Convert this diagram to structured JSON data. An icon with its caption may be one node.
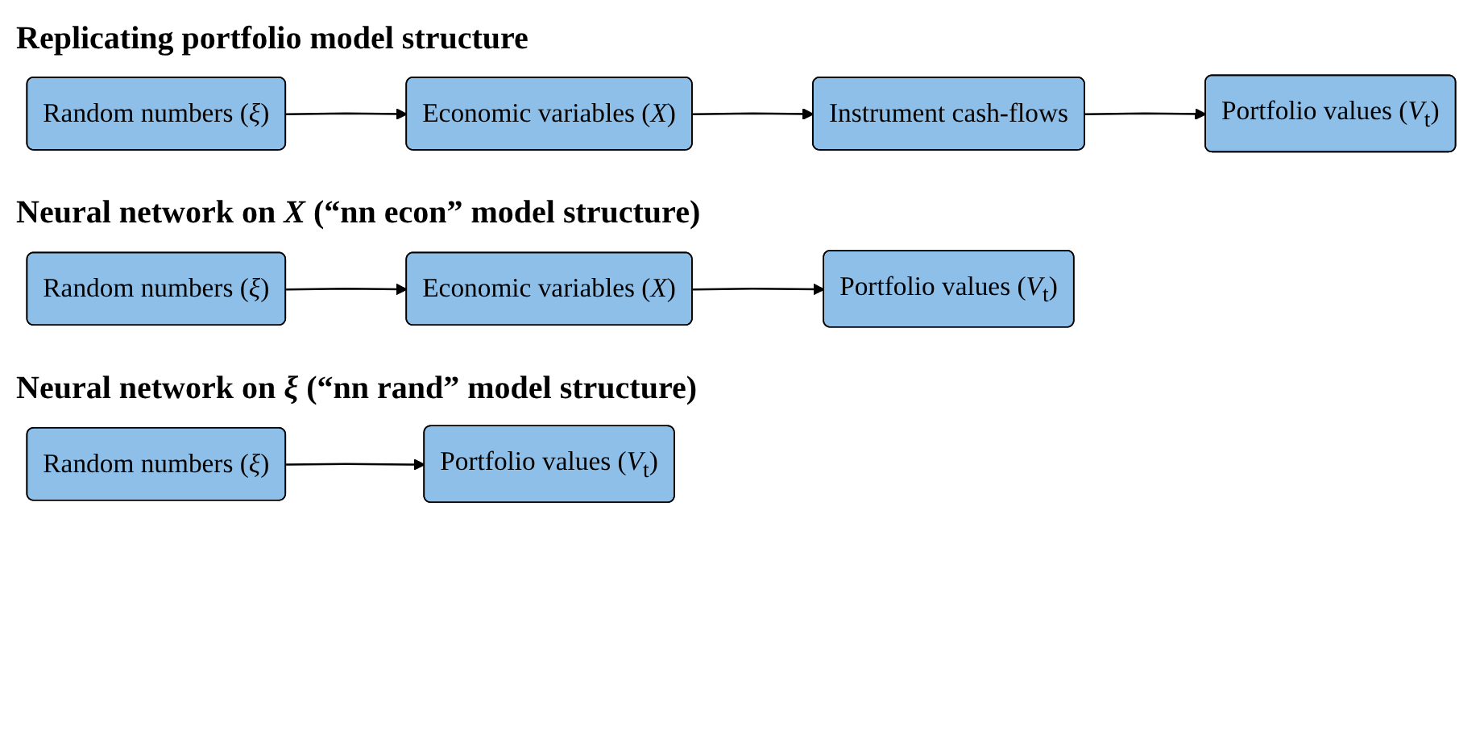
{
  "diagram": {
    "nodes": [
      {
        "text": [
          "Random numbers (*ξ*)"
        ]
      },
      {
        "text": [
          "Economic variables (*X*)"
        ]
      },
      {
        "text": [
          "Instrument cash-flows"
        ]
      },
      {
        "text": [
          "Portfolio values (*V*$_{t}$)"
        ]
      },
      {
        "text": [
          "Random numbers (*ξ*)"
        ]
      },
      {
        "text": [
          "Economic variables (*X*)"
        ]
      },
      {
        "text": [
          "Portfolio values (*V*$_{t}$)"
        ]
      },
      {
        "text": [
          "Random numbers (*ξ*)"
        ]
      },
      {
        "text": [
          "Portfolio values (*V*$_{t}$)"
        ]
      }
    ],
    "edges": [
      {
        "from": 0,
        "to": 1,
        "arrow": "to"
      },
      {
        "from": 1,
        "to": 2,
        "arrow": "to"
      },
      {
        "from": 2,
        "to": 3,
        "arrow": "to"
      },
      {
        "from": 4,
        "to": 5,
        "arrow": "to"
      },
      {
        "from": 5,
        "to": 6,
        "arrow": "to"
      },
      {
        "from": 7,
        "to": 8,
        "arrow": "to"
      }
    ],
    "labels": [
      "Replicating portfolio model structure",
      "Neural network on *X* (“nn econ” model structure)",
      "Neural network on *ξ* (“nn rand” model structure)"
    ]
  }
}
